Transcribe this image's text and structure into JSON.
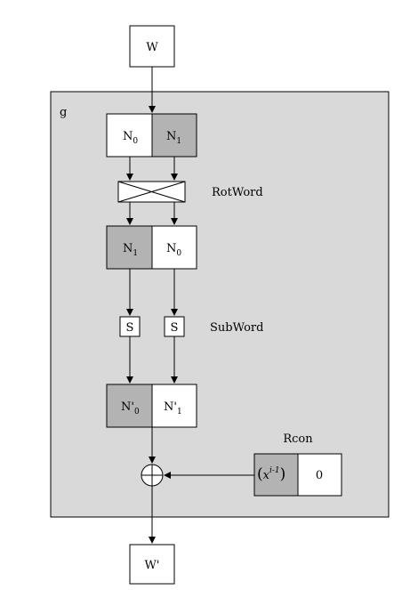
{
  "diagram": {
    "input_label": "W",
    "output_label": "W'",
    "function_label": "g",
    "step1": {
      "left": {
        "text": "N",
        "sub": "0",
        "shaded": false
      },
      "right": {
        "text": "N",
        "sub": "1",
        "shaded": true
      }
    },
    "rotword_label": "RotWord",
    "step2": {
      "left": {
        "text": "N",
        "sub": "1",
        "shaded": true
      },
      "right": {
        "text": "N",
        "sub": "0",
        "shaded": false
      }
    },
    "sbox_label": "S",
    "subword_label": "SubWord",
    "step3": {
      "left": {
        "text": "N'",
        "sub": "0",
        "shaded": true
      },
      "right": {
        "text": "N'",
        "sub": "1",
        "shaded": false
      }
    },
    "rcon_label": "Rcon",
    "rcon_value": {
      "base": "x",
      "sup": "i-1"
    },
    "rcon_zero": "0",
    "colors": {
      "panel": "#d9d9d9",
      "shaded": "#b3b3b3",
      "stroke": "#000000"
    }
  }
}
